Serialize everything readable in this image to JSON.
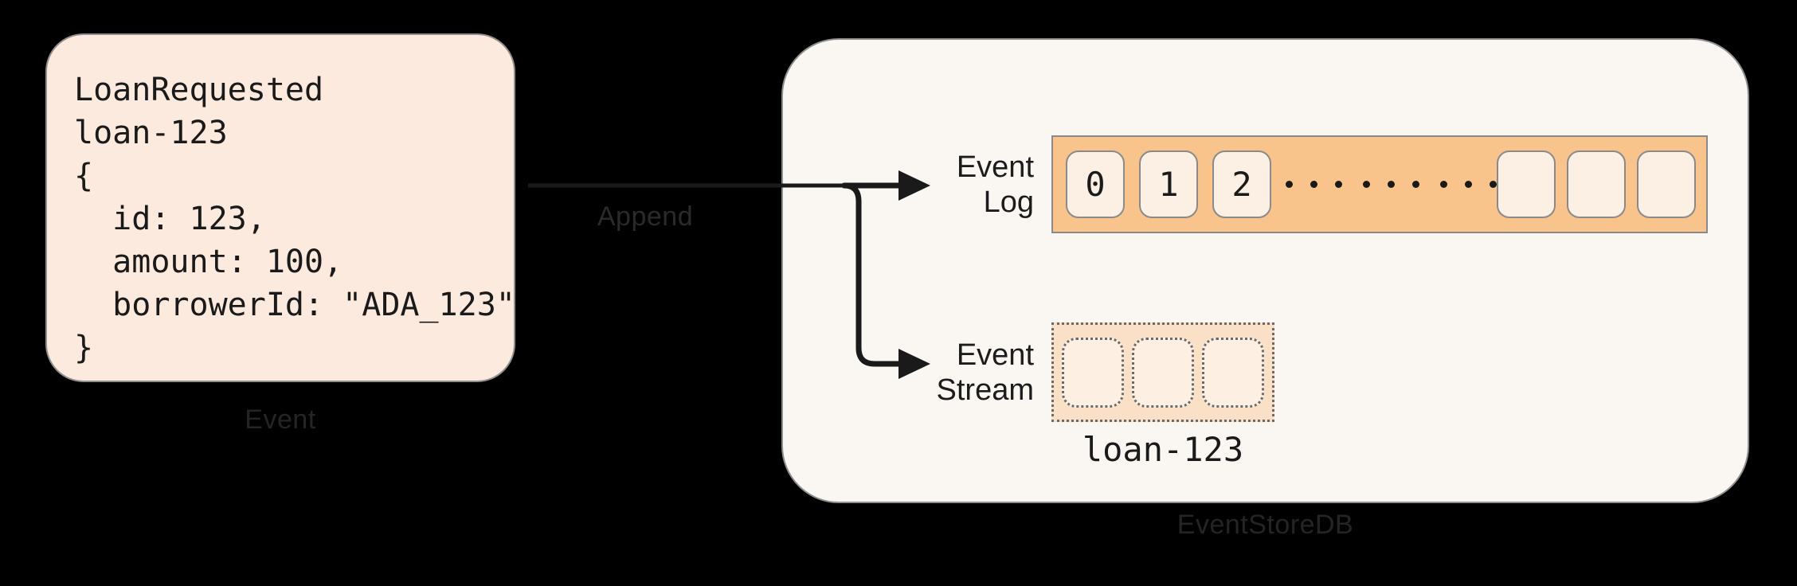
{
  "diagram": {
    "background_color": "#000000",
    "accent_orange": "#f8c48c",
    "card_peach": "#fceade",
    "panel_cream": "#faf6f2"
  },
  "event_card": {
    "code": "LoanRequested\nloan-123\n{\n  id: 123,\n  amount: 100,\n  borrowerId: \"ADA_123\"\n}",
    "caption": "Event"
  },
  "append_arrow": {
    "label": "Append"
  },
  "eventstore": {
    "caption": "EventStoreDB",
    "event_log": {
      "label": "Event\nLog",
      "label_line1": "Event",
      "label_line2": "Log",
      "cells": [
        "0",
        "1",
        "2"
      ],
      "empty_cells": 3,
      "dot_groups": 3,
      "dots_per_group": 3
    },
    "event_stream": {
      "label_line1": "Event",
      "label_line2": "Stream",
      "cells": 3,
      "stream_name": "loan-123"
    }
  }
}
